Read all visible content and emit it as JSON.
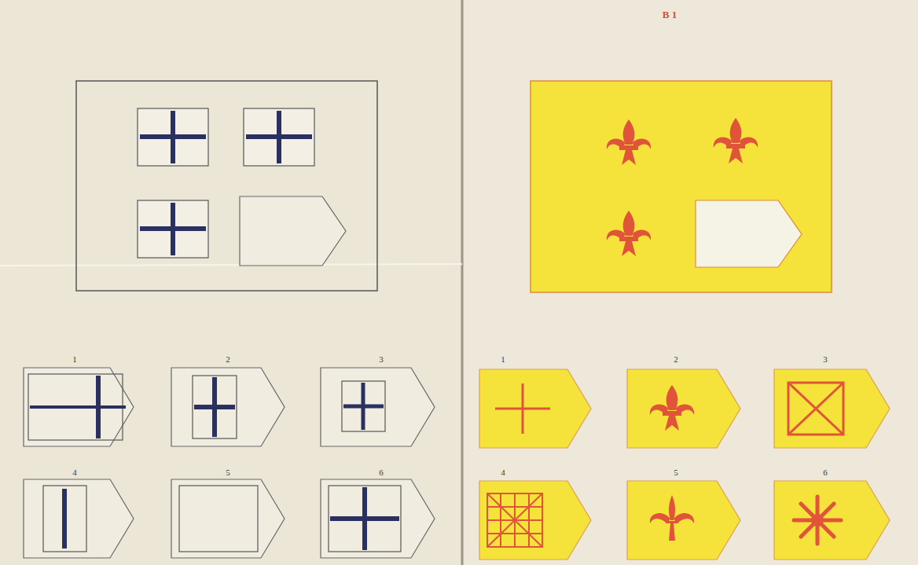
{
  "diagram": {
    "title": "B 1",
    "labels": [
      "1",
      "2",
      "3",
      "4",
      "5",
      "6",
      "1",
      "2",
      "3",
      "4",
      "5",
      "6"
    ]
  }
}
